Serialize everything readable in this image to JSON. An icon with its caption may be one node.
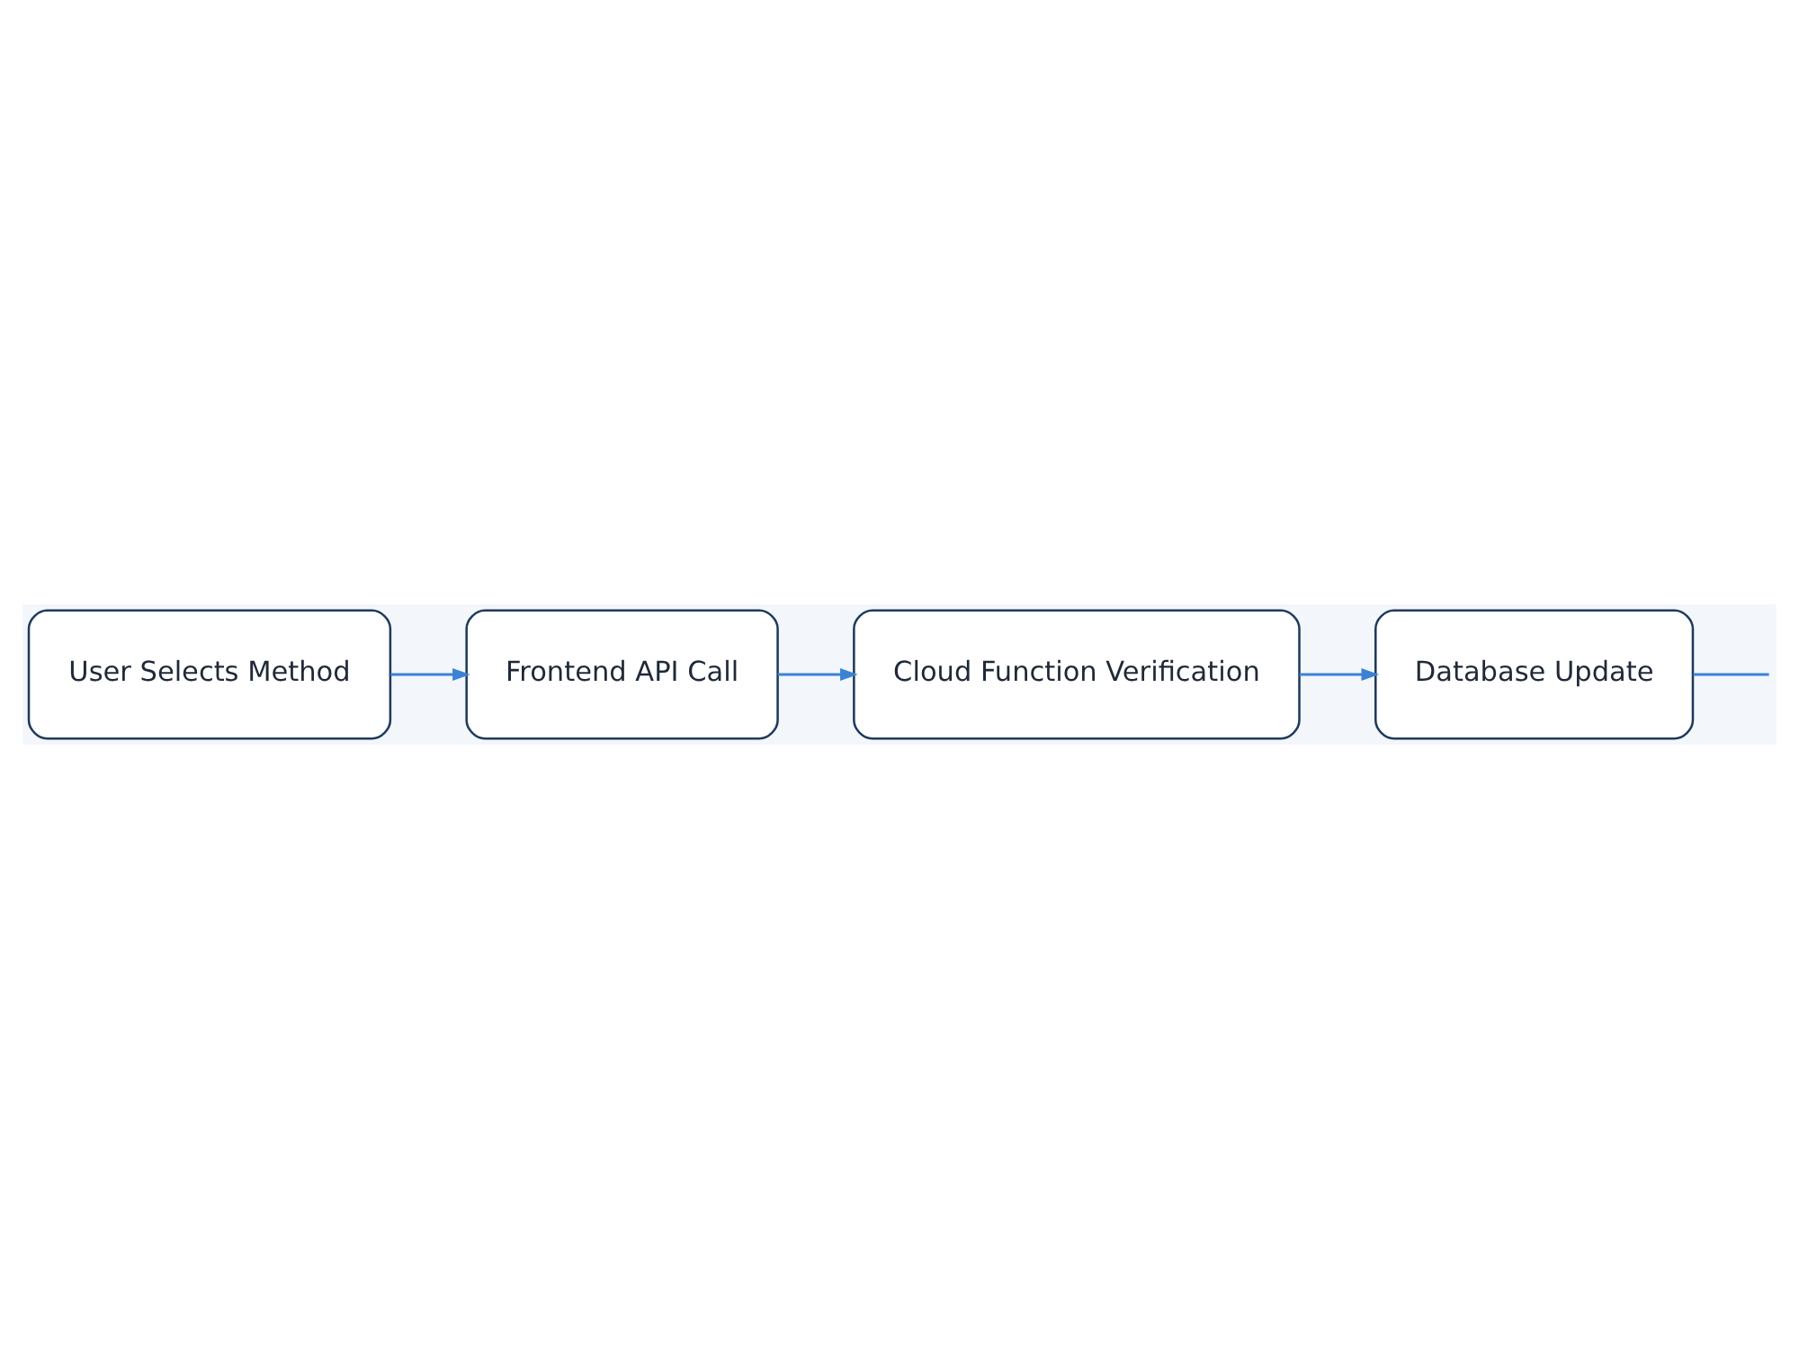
{
  "diagram": {
    "nodes": [
      {
        "text": [
          "User Selects Method"
        ]
      },
      {
        "text": [
          "Frontend API Call"
        ]
      },
      {
        "text": [
          "Cloud Function Verification"
        ]
      },
      {
        "text": [
          "Database Update"
        ]
      }
    ],
    "edges": [
      {
        "from": 0,
        "to": 1,
        "arrow": "to"
      },
      {
        "from": 1,
        "to": 2,
        "arrow": "to"
      },
      {
        "from": 2,
        "to": 3,
        "arrow": "to"
      },
      {
        "from": 3,
        "to": null,
        "arrow": "none"
      }
    ]
  }
}
